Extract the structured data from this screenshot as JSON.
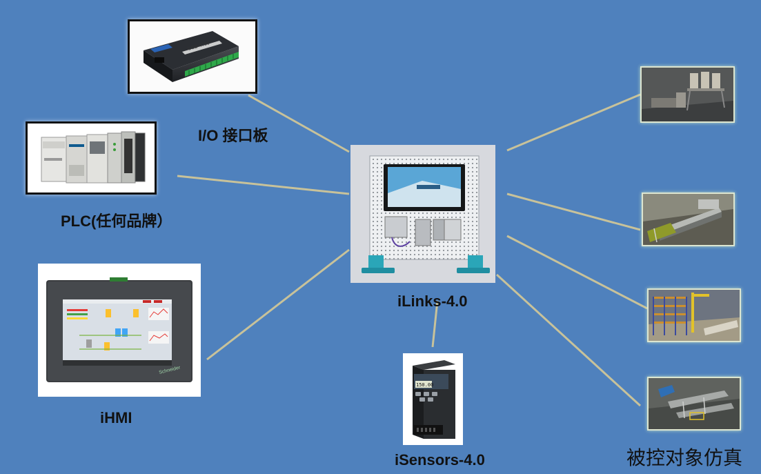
{
  "hub": {
    "label": "iLinks-4.0"
  },
  "left_nodes": {
    "io_board": {
      "label": "I/O 接口板",
      "device_text": "USB-4750"
    },
    "plc": {
      "label": "PLC(任何品牌）"
    },
    "hmi": {
      "label": "iHMI",
      "brand": "Schneider"
    }
  },
  "bottom_node": {
    "label": "iSensors-4.0",
    "display_value": "150.00"
  },
  "right_group": {
    "label": "被控对象仿真"
  },
  "colors": {
    "background": "#4f81bd",
    "connector": "#c8c29a"
  }
}
